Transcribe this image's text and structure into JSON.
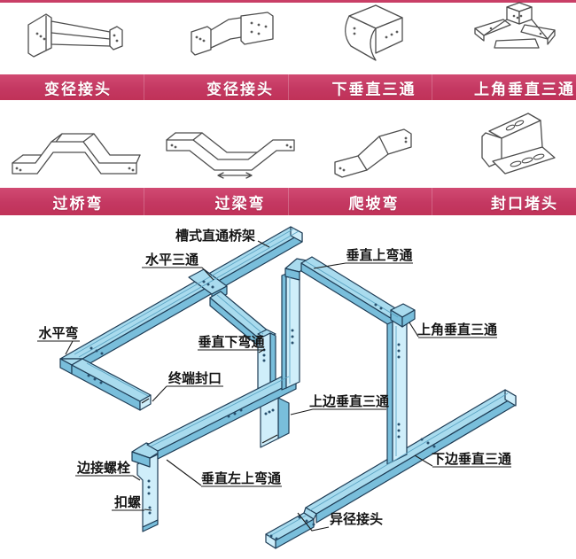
{
  "catalog": {
    "bar_color": "#c43862",
    "bar_text_color": "#ffffff",
    "row1": [
      {
        "name": "reducing-joint-a",
        "label": "变径接头"
      },
      {
        "name": "reducing-joint-b",
        "label": "变径接头"
      },
      {
        "name": "down-vertical-tee",
        "label": "下垂直三通"
      },
      {
        "name": "top-corner-vertical-tee",
        "label": "上角垂直三通"
      }
    ],
    "row2": [
      {
        "name": "bridge-crossover-bend",
        "label": "过桥弯"
      },
      {
        "name": "beam-crossover-bend",
        "label": "过梁弯"
      },
      {
        "name": "slope-climbing-bend",
        "label": "爬坡弯"
      },
      {
        "name": "end-sealing-cap",
        "label": "封口堵头"
      }
    ]
  },
  "diagram": {
    "tray_top_color": "#a9dbee",
    "tray_side_color": "#79bedb",
    "outline_color": "#1e3c55",
    "label_ink": "#141414",
    "labels": {
      "trunking_straight": "槽式直通桥架",
      "horizontal_tee": "水平三通",
      "vertical_up_bend": "垂直上弯通",
      "horizontal_bend": "水平弯",
      "vertical_down_bend": "垂直下弯通",
      "top_corner_vertical_tee": "上角垂直三通",
      "terminal_end_cap": "终端封口",
      "top_side_vertical_tee": "上边垂直三通",
      "edge_connect_bolt": "边接螺栓",
      "vertical_left_up_bend": "垂直左上弯通",
      "snap_bolt": "扣螺",
      "bottom_side_vertical_tee": "下边垂直三通",
      "reducing_coupler": "异径接头"
    }
  }
}
